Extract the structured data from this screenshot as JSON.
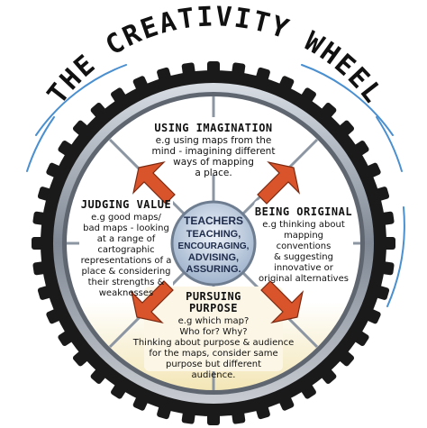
{
  "title": "THE CREATIVITY WHEEL",
  "hub": {
    "heading": "TEACHERS",
    "lines": [
      "TEACHING,",
      "ENCOURAGING,",
      "ADVISING,",
      "ASSURING."
    ]
  },
  "segments": {
    "top": {
      "heading": "USING IMAGINATION",
      "lines": [
        "e.g  using maps from the",
        "mind - imagining different",
        "ways of mapping",
        "a place."
      ]
    },
    "left": {
      "heading": "JUDGING VALUE",
      "lines": [
        "e.g  good maps/",
        "bad maps - looking",
        "at a range of",
        "cartographic",
        "representations of a",
        "place & considering",
        "their strengths &",
        "weaknesses"
      ]
    },
    "right": {
      "heading": "BEING ORIGINAL",
      "lines": [
        "e.g  thinking about",
        "mapping",
        "conventions",
        "& suggesting",
        "innovative or",
        "original alternatives"
      ]
    },
    "bottom": {
      "heading_line1": "PURSUING",
      "heading_line2": "PURPOSE",
      "lines": [
        "e.g  which map?",
        "Who for? Why?",
        "Thinking about purpose & audience",
        "for the maps, consider same",
        "purpose but different",
        "audience."
      ]
    }
  },
  "colors": {
    "tyre": "#1a1a1a",
    "rim": "#9aa4b2",
    "arrow": "#d9542b",
    "hub_fill": "#c9d7e8",
    "wind_lines": "#4a8fd0"
  }
}
